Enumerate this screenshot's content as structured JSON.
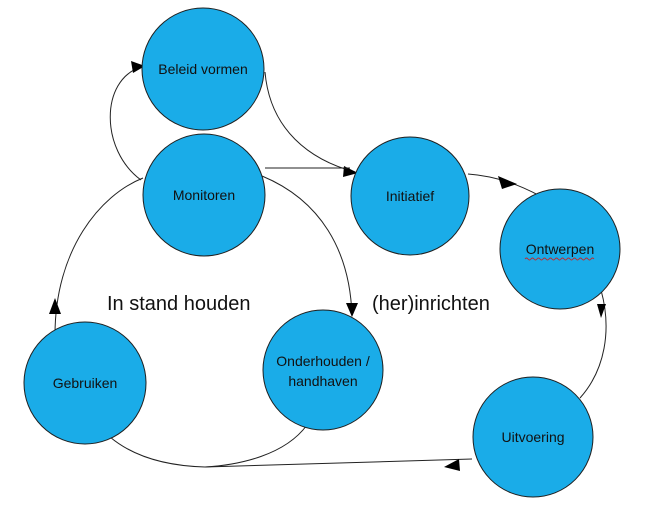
{
  "diagram": {
    "nodes": {
      "beleid": {
        "label": "Beleid vormen"
      },
      "monitoren": {
        "label": "Monitoren"
      },
      "initiatief": {
        "label": "Initiatief"
      },
      "ontwerpen": {
        "label": "Ontwerpen"
      },
      "uitvoering": {
        "label": "Uitvoering"
      },
      "onderhouden": {
        "line1": "Onderhouden /",
        "line2": "handhaven"
      },
      "gebruiken": {
        "label": "Gebruiken"
      }
    },
    "regions": {
      "left": "In stand houden",
      "right": "(her)inrichten"
    },
    "colors": {
      "node_fill": "#1aace8",
      "edge": "#222222"
    }
  }
}
